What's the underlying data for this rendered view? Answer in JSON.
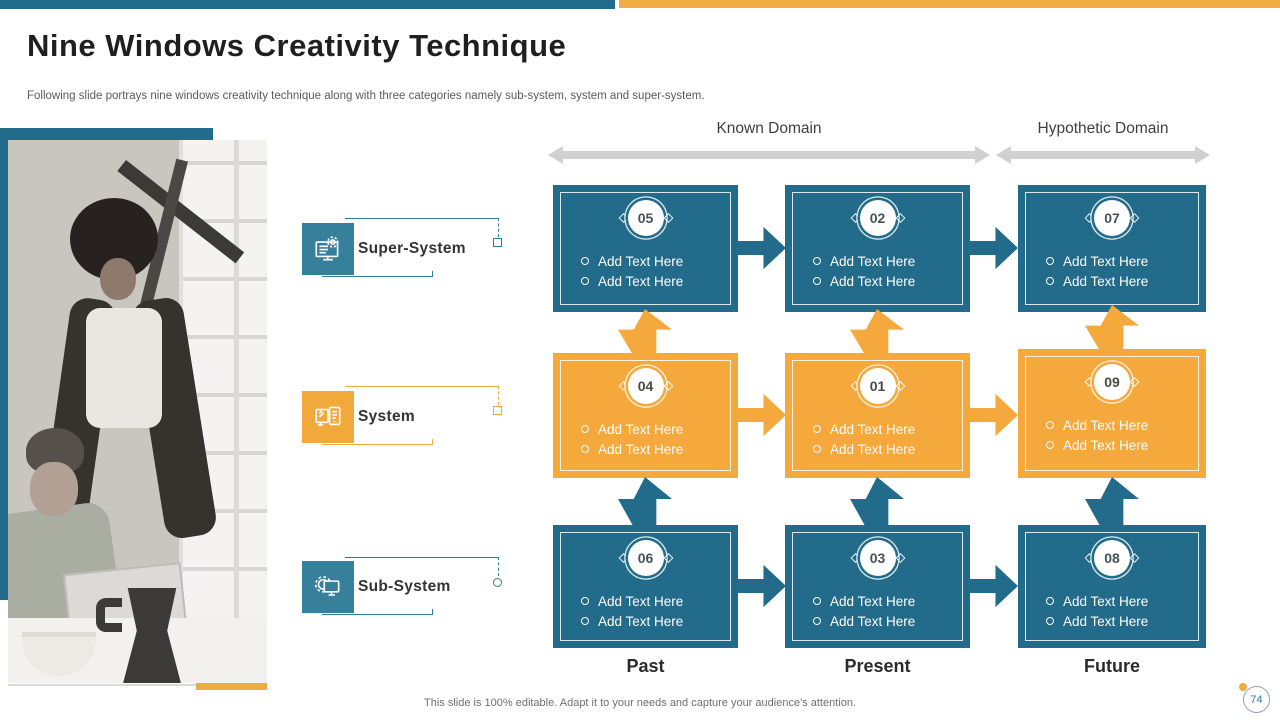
{
  "slide": {
    "title": "Nine Windows Creativity Technique",
    "subtitle": "Following slide portrays nine windows creativity technique along with three categories namely sub-system, system and super-system.",
    "footer": "This slide is 100% editable. Adapt it to your needs and capture your audience's attention.",
    "page_number": "74"
  },
  "colors": {
    "teal": "#226B8A",
    "teal_icon_tile": "#37809B",
    "orange": "#F5A83C",
    "orange_bar": "#EFAC41",
    "domain_arrow_gray": "#D0D0D0"
  },
  "header_domains": [
    {
      "label": "Known Domain"
    },
    {
      "label": "Hypothetic Domain"
    }
  ],
  "categories": [
    {
      "label": "Super-System",
      "icon": "monitor-gear-icon",
      "accent": "teal"
    },
    {
      "label": "System",
      "icon": "screen-document-icon",
      "accent": "orange"
    },
    {
      "label": "Sub-System",
      "icon": "gear-monitor-icon",
      "accent": "teal"
    }
  ],
  "timeline": [
    "Past",
    "Present",
    "Future"
  ],
  "grid": {
    "rows": [
      {
        "color": "teal",
        "cells": [
          {
            "number": "05",
            "bullets": [
              "Add Text Here",
              "Add Text Here"
            ]
          },
          {
            "number": "02",
            "bullets": [
              "Add Text Here",
              "Add Text Here"
            ]
          },
          {
            "number": "07",
            "bullets": [
              "Add Text Here",
              "Add Text Here"
            ]
          }
        ]
      },
      {
        "color": "orange",
        "cells": [
          {
            "number": "04",
            "bullets": [
              "Add Text Here",
              "Add Text Here"
            ]
          },
          {
            "number": "01",
            "bullets": [
              "Add Text Here",
              "Add Text Here"
            ]
          },
          {
            "number": "09",
            "bullets": [
              "Add Text Here",
              "Add Text Here"
            ]
          }
        ]
      },
      {
        "color": "teal",
        "cells": [
          {
            "number": "06",
            "bullets": [
              "Add Text Here",
              "Add Text Here"
            ]
          },
          {
            "number": "03",
            "bullets": [
              "Add Text Here",
              "Add Text Here"
            ]
          },
          {
            "number": "08",
            "bullets": [
              "Add Text Here",
              "Add Text Here"
            ]
          }
        ]
      }
    ]
  }
}
